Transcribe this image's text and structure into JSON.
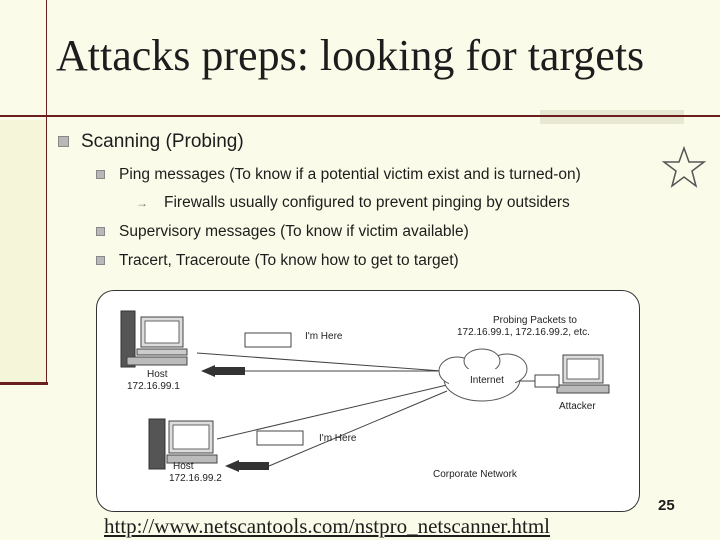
{
  "slide": {
    "title": "Attacks preps: looking for targets",
    "bullets": {
      "scanning": "Scanning (Probing)",
      "ping": "Ping messages (To know if a potential victim exist and is turned-on)",
      "firewalls": "Firewalls usually configured to prevent pinging by outsiders",
      "supervisory": "Supervisory messages (To know if victim available)",
      "tracert": "Tracert, Traceroute (To know how to get to target)"
    },
    "url": "http://www.netscantools.com/nstpro_netscanner.html",
    "page_number": "25"
  },
  "diagram": {
    "host1_label": "Host",
    "host1_ip": "172.16.99.1",
    "host2_label": "Host",
    "host2_ip": "172.16.99.2",
    "reply1": "I'm Here",
    "reply2": "I'm Here",
    "probe_line1": "Probing Packets to",
    "probe_line2": "172.16.99.1, 172.16.99.2, etc.",
    "internet": "Internet",
    "attacker": "Attacker",
    "corporate": "Corporate Network"
  },
  "icons": {
    "bullet": "square-bullet-icon",
    "sub_bullet": "arrow-bullet-icon",
    "star": "star-icon"
  }
}
